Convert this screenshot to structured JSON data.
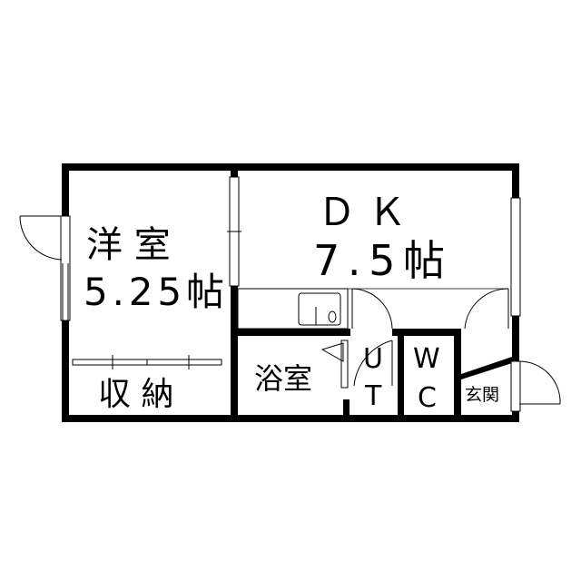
{
  "floor_plan": {
    "rooms": {
      "western_room": {
        "name": "洋 室",
        "size": "5.25帖"
      },
      "dining_kitchen": {
        "name": "Ｄ Ｋ",
        "size": "7.5帖"
      },
      "storage": {
        "name": "収 納"
      },
      "bathroom": {
        "name": "浴室"
      },
      "utility_u": "U",
      "utility_t": "T",
      "toilet_w": "W",
      "toilet_c": "C",
      "entrance": {
        "name": "玄関"
      }
    },
    "colors": {
      "wall": "#000000",
      "background": "#ffffff"
    }
  }
}
